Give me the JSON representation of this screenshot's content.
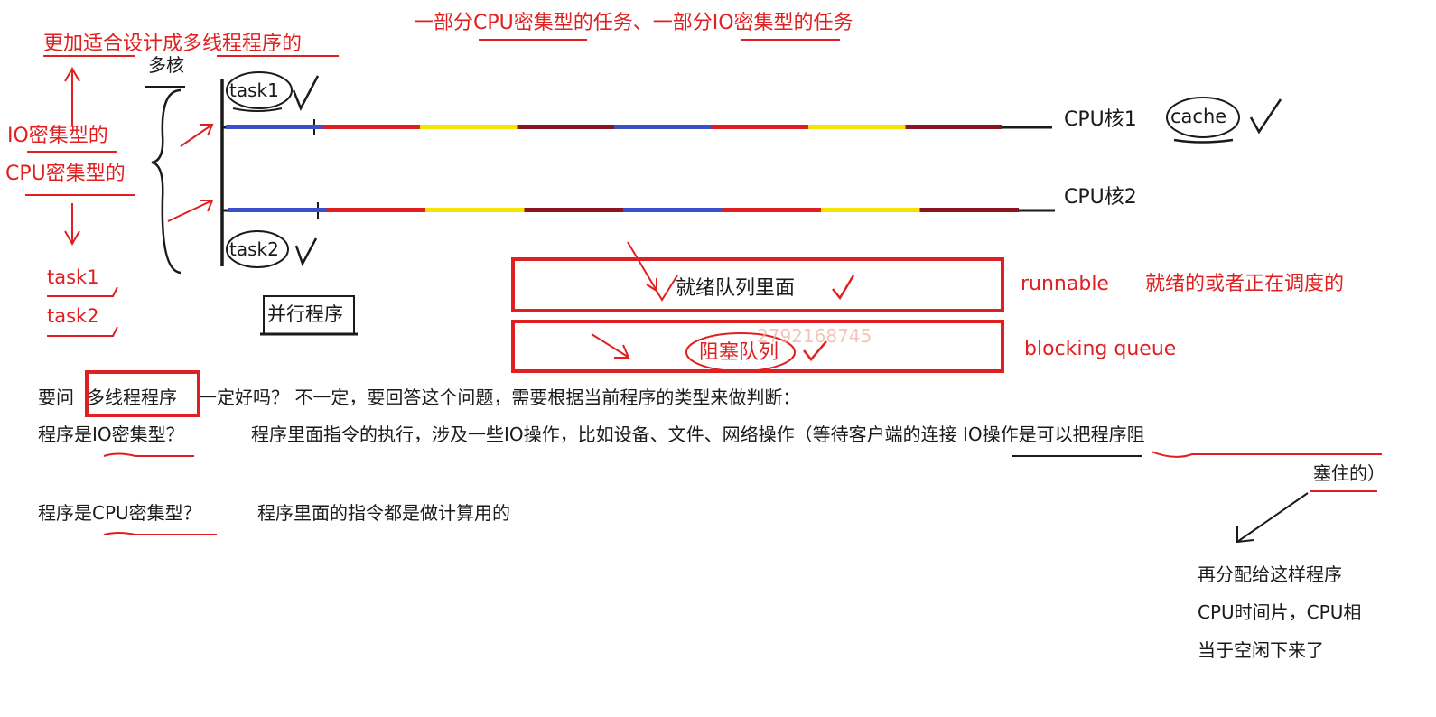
{
  "annotations": {
    "top_left_note": "更加适合设计成多线程程序的",
    "top_center_note": "一部分CPU密集型的任务、一部分IO密集型的任务",
    "multicore_label": "多核",
    "io_intensive": "IO密集型的",
    "cpu_intensive": "CPU密集型的",
    "left_task1": "task1",
    "left_task2": "task2",
    "parallel_program": "并行程序"
  },
  "timeline": {
    "task1_label": "task1",
    "task2_label": "task2",
    "core1_label": "CPU核1",
    "core2_label": "CPU核2",
    "cache_label": "cache",
    "segment_colors": [
      "#3a4fc8",
      "#e02020",
      "#f5e400",
      "#8a1420",
      "#3a4fc8",
      "#e02020",
      "#f5e400",
      "#8a1420"
    ]
  },
  "queues": {
    "ready_label": "就绪队列里面",
    "ready_en": "runnable",
    "ready_desc": "就绪的或者正在调度的",
    "blocked_label": "阻塞队列",
    "blocked_en": "blocking queue",
    "watermark": "2792168745"
  },
  "notes": {
    "line1_prefix": "要问",
    "line1_boxed": "多线程程序",
    "line1_rest": "一定好吗？ 不一定，要回答这个问题，需要根据当前程序的类型来做判断：",
    "line2_q": "程序是IO密集型？",
    "line2_a": "程序里面指令的执行，涉及一些IO操作，比如设备、文件、网络操作（等待客户端的连接 IO操作是可以把程序阻",
    "line2_cont": "塞住的）",
    "line3_q": "程序是CPU密集型？",
    "line3_a": "程序里面的指令都是做计算用的",
    "side_note_1": "再分配给这样程序",
    "side_note_2": "CPU时间片，CPU相",
    "side_note_3": "当于空闲下来了"
  }
}
